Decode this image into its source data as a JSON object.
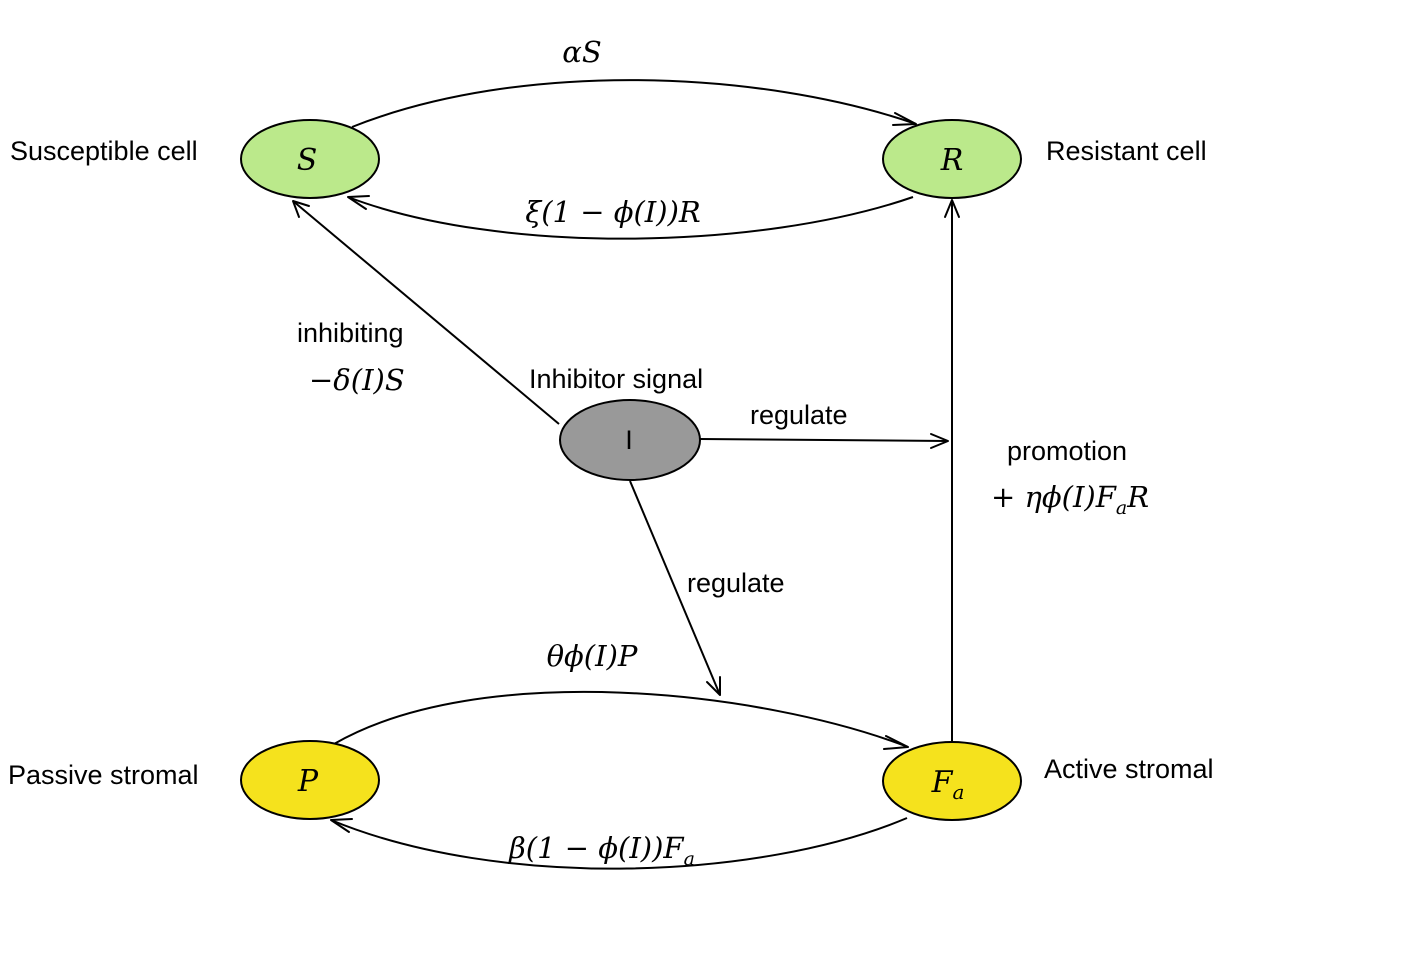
{
  "colors": {
    "cell_node": "#bbe98b",
    "stromal_node": "#f5e21d",
    "inhibitor_node": "#999999",
    "stroke": "#000000"
  },
  "nodes": {
    "S": {
      "label": "S",
      "side_label": "Susceptible cell"
    },
    "R": {
      "label": "R",
      "side_label": "Resistant cell"
    },
    "P": {
      "label": "P",
      "side_label": "Passive stromal"
    },
    "Fa": {
      "label": "F",
      "subscript": "a",
      "side_label": "Active stromal"
    },
    "I": {
      "label": "I",
      "side_label": "Inhibitor signal"
    }
  },
  "edges": {
    "S_to_R": {
      "from": "S",
      "to": "R",
      "rate": "αS"
    },
    "R_to_S": {
      "from": "R",
      "to": "S",
      "rate": "ξ(1 − ϕ(I))R"
    },
    "P_to_Fa": {
      "from": "P",
      "to": "Fa",
      "rate": "θϕ(I)P"
    },
    "Fa_to_P": {
      "from": "Fa",
      "to": "P",
      "rate_main": "β(1 − ϕ(I))F",
      "rate_sub": "a"
    },
    "I_to_S": {
      "from": "I",
      "to": "S",
      "label": "inhibiting",
      "rate": "−δ(I)S"
    },
    "I_to_R_edge": {
      "from": "I",
      "to": "Fa_to_R",
      "label": "regulate"
    },
    "I_to_PFa_edge": {
      "from": "I",
      "to": "P_to_Fa",
      "label": "regulate"
    },
    "Fa_to_R": {
      "from": "Fa",
      "to": "R",
      "label": "promotion",
      "rate_prefix": "+ ηϕ(I)F",
      "rate_sub": "a",
      "rate_suffix": "R"
    }
  }
}
